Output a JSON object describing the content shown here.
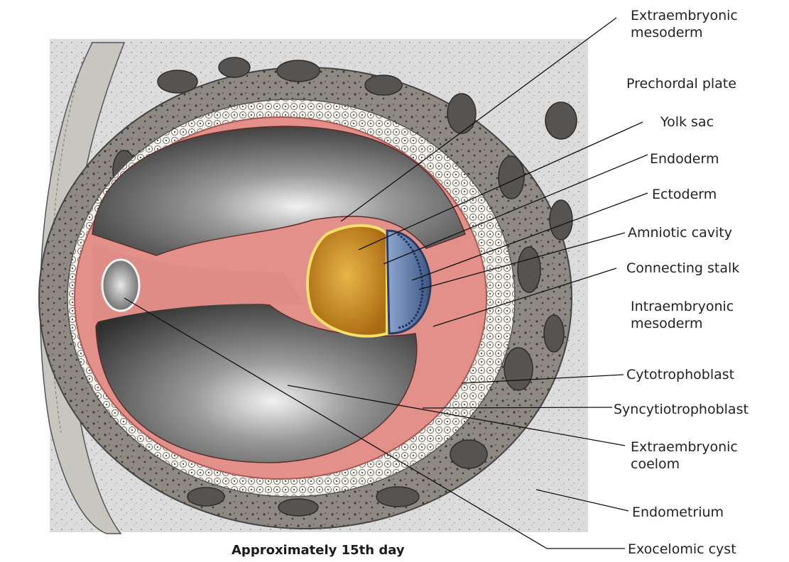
{
  "figure": {
    "caption": "Approximately 15th day",
    "labels": {
      "extraembryonic_mesoderm": [
        "Extraembryonic",
        "mesoderm"
      ],
      "prechordal_plate": "Prechordal plate",
      "yolk_sac": "Yolk sac",
      "endoderm": "Endoderm",
      "ectoderm": "Ectoderm",
      "amniotic_cavity": "Amniotic cavity",
      "connecting_stalk": "Connecting stalk",
      "intraembryonic_mesoderm": [
        "Intraembryonic",
        "mesoderm"
      ],
      "cytotrophoblast": "Cytotrophoblast",
      "syncytiotrophoblast": "Syncytiotrophoblast",
      "extraembryonic_coelom": [
        "Extraembryonic",
        "coelom"
      ],
      "endometrium": "Endometrium",
      "exocelomic_cyst": "Exocelomic cyst"
    }
  },
  "colors": {
    "mesoderm_pink": "#e3908a",
    "yolk_sac_gold": "#c98a1d",
    "amnion_blue": "#6a86b4",
    "trophoblast_gray": "#8e8a83",
    "endometrium": "#dcdcdc",
    "cavity_dark": "#4a4a4a"
  }
}
